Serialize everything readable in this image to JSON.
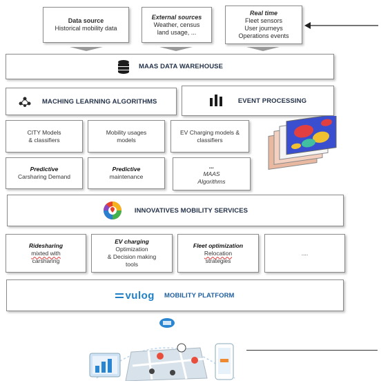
{
  "sources": [
    {
      "title": "Data source",
      "lines": [
        "Historical mobility data"
      ],
      "style": "bold"
    },
    {
      "title": "External sources",
      "lines": [
        "Weather, census",
        "land usage, ..."
      ],
      "style": "bold-italic"
    },
    {
      "title": "Real time",
      "lines": [
        "Fleet sensors",
        "User journeys",
        "Operations events"
      ],
      "style": "bold-italic"
    }
  ],
  "warehouse": {
    "label": "MAAS DATA WAREHOUSE",
    "icon": "database-icon"
  },
  "ml": {
    "label": "MACHING LEARNING ALGORITHMS",
    "icon": "network-icon"
  },
  "events": {
    "label": "EVENT PROCESSING",
    "icon": "bars-icon"
  },
  "models": [
    {
      "lines": [
        "CITY Models",
        "& classifiers"
      ]
    },
    {
      "lines": [
        "Mobility usages",
        "models"
      ]
    },
    {
      "lines": [
        "EV Charging models &",
        "classifiers"
      ]
    }
  ],
  "predictive": [
    {
      "title": "Predictive",
      "sub": "Carsharing Demand"
    },
    {
      "title": "Predictive",
      "sub": "maintenance"
    },
    {
      "title": "...",
      "sub": "MAAS",
      "sub2": "Algorithms"
    }
  ],
  "innovative": {
    "label": "INNOVATIVES MOBILITY SERVICES",
    "icon": "colorful-wheel-icon"
  },
  "services": [
    {
      "title": "Ridesharing",
      "l1": "mixted with",
      "l2": "carsharing"
    },
    {
      "title": "EV charging",
      "l1": "Optimization",
      "l2": "& Decision making",
      "l3": "tools"
    },
    {
      "title": "Fleet optimization",
      "l1": "Relocation",
      "l2": "strategies"
    },
    {
      "title": "...."
    }
  ],
  "platform": {
    "logo": "vulog",
    "label": "MOBILITY PLATFORM"
  },
  "colors": {
    "accent": "#1f7fc7",
    "text": "#24324a",
    "border": "#8a8a8a"
  }
}
